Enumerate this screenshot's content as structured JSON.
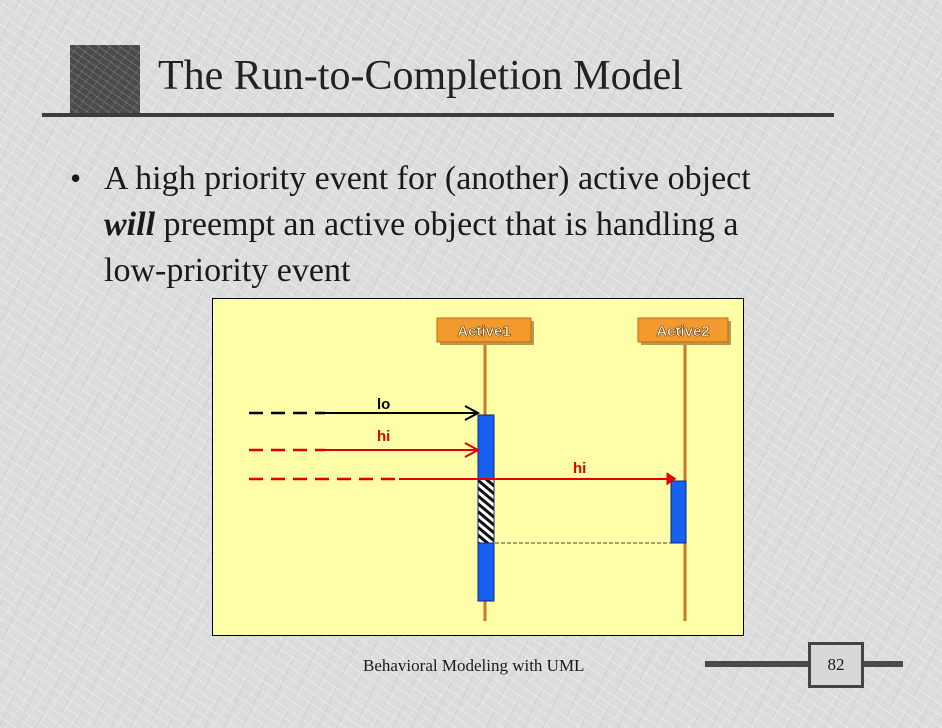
{
  "slide": {
    "title": "The Run-to-Completion Model",
    "bullet_parts": {
      "line1": "A high priority event for (another) active object",
      "emphasis": "will",
      "line2_rest": " preempt an active object that is handling a",
      "line3": "low-priority event"
    },
    "footer": "Behavioral Modeling with UML",
    "page_number": "82"
  },
  "diagram": {
    "objects": [
      "Active1",
      "Active2"
    ],
    "messages": [
      {
        "label": "lo",
        "color": "#000000"
      },
      {
        "label": "hi",
        "color": "#e00000"
      },
      {
        "label": "hi",
        "color": "#e00000"
      }
    ]
  },
  "colors": {
    "object_box": "#f29a2e",
    "activation": "#1560f0",
    "lifeline": "#c87a2a",
    "diagram_bg": "#fefea8"
  }
}
